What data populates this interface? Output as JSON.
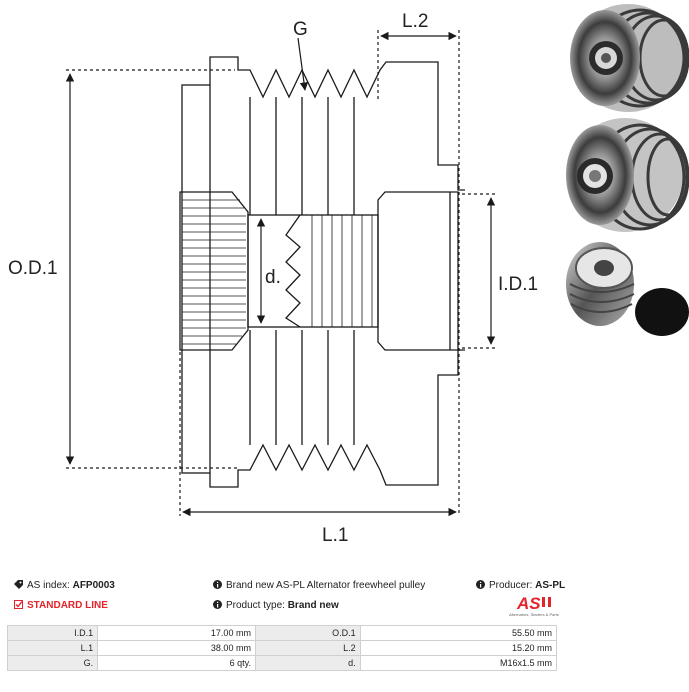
{
  "labels": {
    "g": "G",
    "l2": "L.2",
    "od1": "O.D.1",
    "d": "d.",
    "id1": "I.D.1",
    "l1": "L.1"
  },
  "info": {
    "as_index_label": "AS index:",
    "as_index_value": "AFP0003",
    "description": "Brand new AS-PL Alternator freewheel pulley",
    "producer_label": "Producer:",
    "producer_value": "AS-PL",
    "line": "STANDARD LINE",
    "product_type_label": "Product type:",
    "product_type_value": "Brand new",
    "logo_text": "AS",
    "logo_tagline": "Alternators, Starters & Parts"
  },
  "specs": [
    {
      "k1": "I.D.1",
      "v1": "17.00 mm",
      "k2": "O.D.1",
      "v2": "55.50 mm"
    },
    {
      "k1": "L.1",
      "v1": "38.00 mm",
      "k2": "L.2",
      "v2": "15.20 mm"
    },
    {
      "k1": "G.",
      "v1": "6 qty.",
      "k2": "d.",
      "v2": "M16x1.5 mm"
    }
  ],
  "colors": {
    "accent": "#e3242b",
    "line": "#1a1a1a"
  }
}
